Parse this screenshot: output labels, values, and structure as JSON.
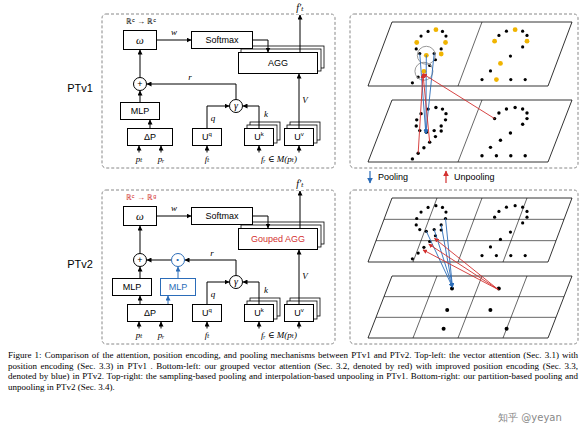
{
  "diagram": {
    "caption": "Figure 1: Comparison of the attention, position encoding, and pooling mechanisms between PTv1 and PTv2. Top-left: the vector attention (Sec. 3.1) with position encoding (Sec. 3.3) in PTv1 . Bottom-left: our grouped vector attention (Sec. 3.2, denoted by red) with improved position encoding (Sec. 3.3, denoted by blue) in PTv2. Top-right: the sampling-based pooling and interpolation-based unpooling in PTv1. Bottom-right: our partition-based pooling and unpooling in PTv2 (Sec. 3.4).",
    "nodes": [
      {
        "text": [
          "ω"
        ]
      },
      {
        "text": [
          "Softmax"
        ]
      },
      {
        "text": [
          "AGG"
        ]
      },
      {
        "text": [
          "+"
        ]
      },
      {
        "text": [
          "MLP"
        ]
      },
      {
        "text": [
          "ΔP"
        ]
      },
      {
        "text": [
          "U",
          "q"
        ]
      },
      {
        "text": [
          "γ"
        ]
      },
      {
        "text": [
          "U",
          "k"
        ]
      },
      {
        "text": [
          "U",
          "v"
        ]
      },
      {
        "text": [
          "ω"
        ]
      },
      {
        "text": [
          "Softmax"
        ]
      },
      {
        "text": [
          "Gouped AGG"
        ]
      },
      {
        "text": [
          "+"
        ]
      },
      {
        "text": [
          "·"
        ]
      },
      {
        "text": [
          "MLP"
        ]
      },
      {
        "text": [
          "MLP"
        ]
      },
      {
        "text": [
          "ΔP"
        ]
      },
      {
        "text": [
          "U",
          "q"
        ]
      },
      {
        "text": [
          "γ"
        ]
      },
      {
        "text": [
          "U",
          "k"
        ]
      },
      {
        "text": [
          "U",
          "v"
        ]
      }
    ],
    "edges": [
      {
        "from": 0,
        "to": 1,
        "label": "w",
        "arrow": "to"
      },
      {
        "from": 1,
        "to": 2,
        "arrow": "to"
      },
      {
        "from": 3,
        "to": 0,
        "arrow": "to"
      },
      {
        "from": 4,
        "to": 3,
        "arrow": "to"
      },
      {
        "from": 5,
        "to": 4,
        "arrow": "to"
      },
      {
        "from": 7,
        "to": 3,
        "label": "r",
        "arrow": "to"
      },
      {
        "from": 6,
        "to": 7,
        "label": "q",
        "arrow": "to"
      },
      {
        "from": 8,
        "to": 7,
        "label": "k",
        "arrow": "to"
      },
      {
        "from": 9,
        "to": 2,
        "label": "V",
        "arrow": "to"
      },
      {
        "from": 10,
        "to": 11,
        "label": "w",
        "arrow": "to"
      },
      {
        "from": 11,
        "to": 12,
        "arrow": "to"
      },
      {
        "from": 13,
        "to": 10,
        "arrow": "to"
      },
      {
        "from": 15,
        "to": 13,
        "arrow": "to"
      },
      {
        "from": 17,
        "to": 15,
        "arrow": "to"
      },
      {
        "from": 17,
        "to": 16,
        "arrow": "to"
      },
      {
        "from": 16,
        "to": 14,
        "arrow": "to"
      },
      {
        "from": 14,
        "to": 13,
        "arrow": "to"
      },
      {
        "from": 19,
        "to": 14,
        "label": "r",
        "arrow": "to"
      },
      {
        "from": 18,
        "to": 19,
        "label": "q",
        "arrow": "to"
      },
      {
        "from": 20,
        "to": 19,
        "label": "k",
        "arrow": "to"
      },
      {
        "from": 21,
        "to": 12,
        "label": "V",
        "arrow": "to"
      }
    ],
    "labels": [
      "PTv1",
      "ℝᶜ → ℝᶜ",
      "f′ₜ",
      "pₜ",
      "pᵣ",
      "fₜ",
      "fᵣ ∈ M(pₜ)",
      "PTv2",
      "ℝᶜ → ℝᵍ",
      "f′ₜ",
      "pₜ",
      "pᵣ",
      "fₜ",
      "fᵣ ∈ M(pₜ)",
      "知乎 @yeyan"
    ],
    "legend": [
      {
        "text": "Pooling"
      },
      {
        "text": "Unpooling"
      }
    ]
  }
}
